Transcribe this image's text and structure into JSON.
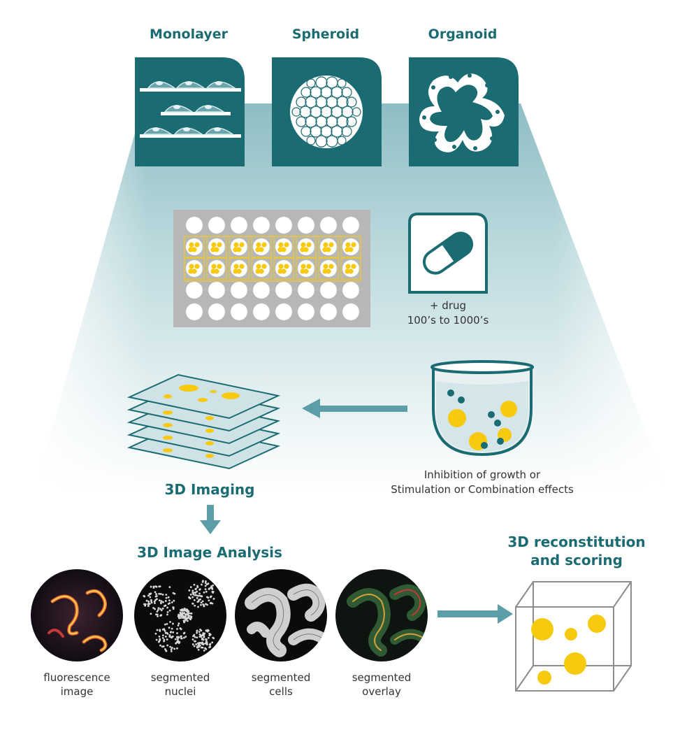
{
  "models": {
    "monolayer": "Monolayer",
    "spheroid": "Spheroid",
    "organoid": "Organoid"
  },
  "drug": {
    "line1": "+ drug",
    "line2": "100’s to 1000’s"
  },
  "effects": {
    "line1": "Inhibition of growth or",
    "line2": "Stimulation or Combination effects"
  },
  "imaging_label": "3D Imaging",
  "analysis_label": "3D Image Analysis",
  "reconstitution": {
    "line1": "3D reconstitution",
    "line2": "and scoring"
  },
  "analysis_panels": [
    {
      "line1": "fluorescence",
      "line2": "image"
    },
    {
      "line1": "segmented",
      "line2": "nuclei"
    },
    {
      "line1": "segmented",
      "line2": "cells"
    },
    {
      "line1": "segmented",
      "line2": "overlay"
    }
  ],
  "colors": {
    "teal": "#1b6b73",
    "arrow": "#5b9ea7",
    "yellow": "#f7c90f",
    "plate": "#b7b7b7"
  }
}
